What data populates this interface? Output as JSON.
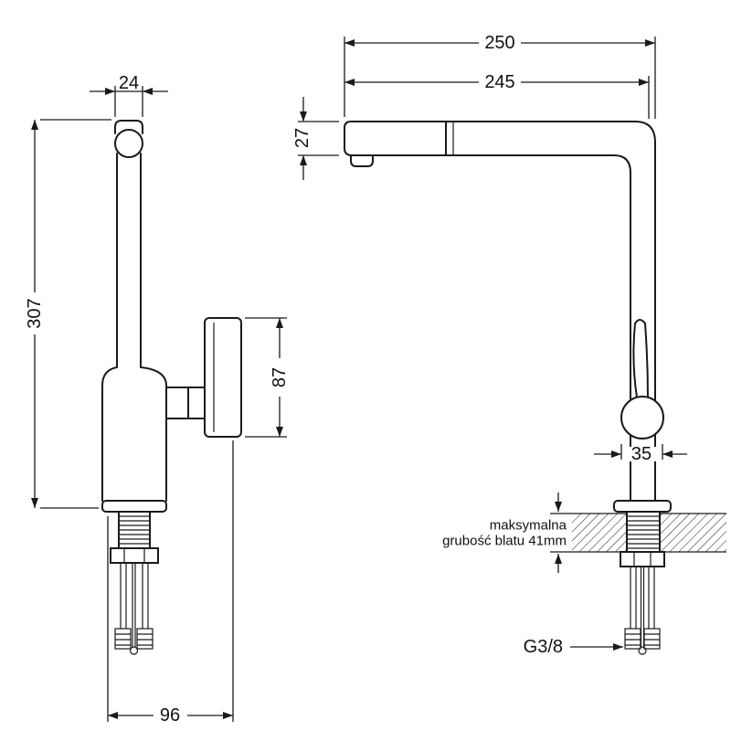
{
  "drawing": {
    "front_view": {
      "dim_spout_width": "24",
      "dim_total_height": "307",
      "dim_handle_length": "87",
      "dim_base_depth": "96"
    },
    "side_view": {
      "dim_total_reach": "250",
      "dim_spout_reach": "245",
      "dim_spout_height": "27",
      "dim_body_width": "35",
      "countertop_note_line1": "maksymalna",
      "countertop_note_line2": "grubość blatu 41mm",
      "connector_thread_label": "G3/8"
    }
  }
}
